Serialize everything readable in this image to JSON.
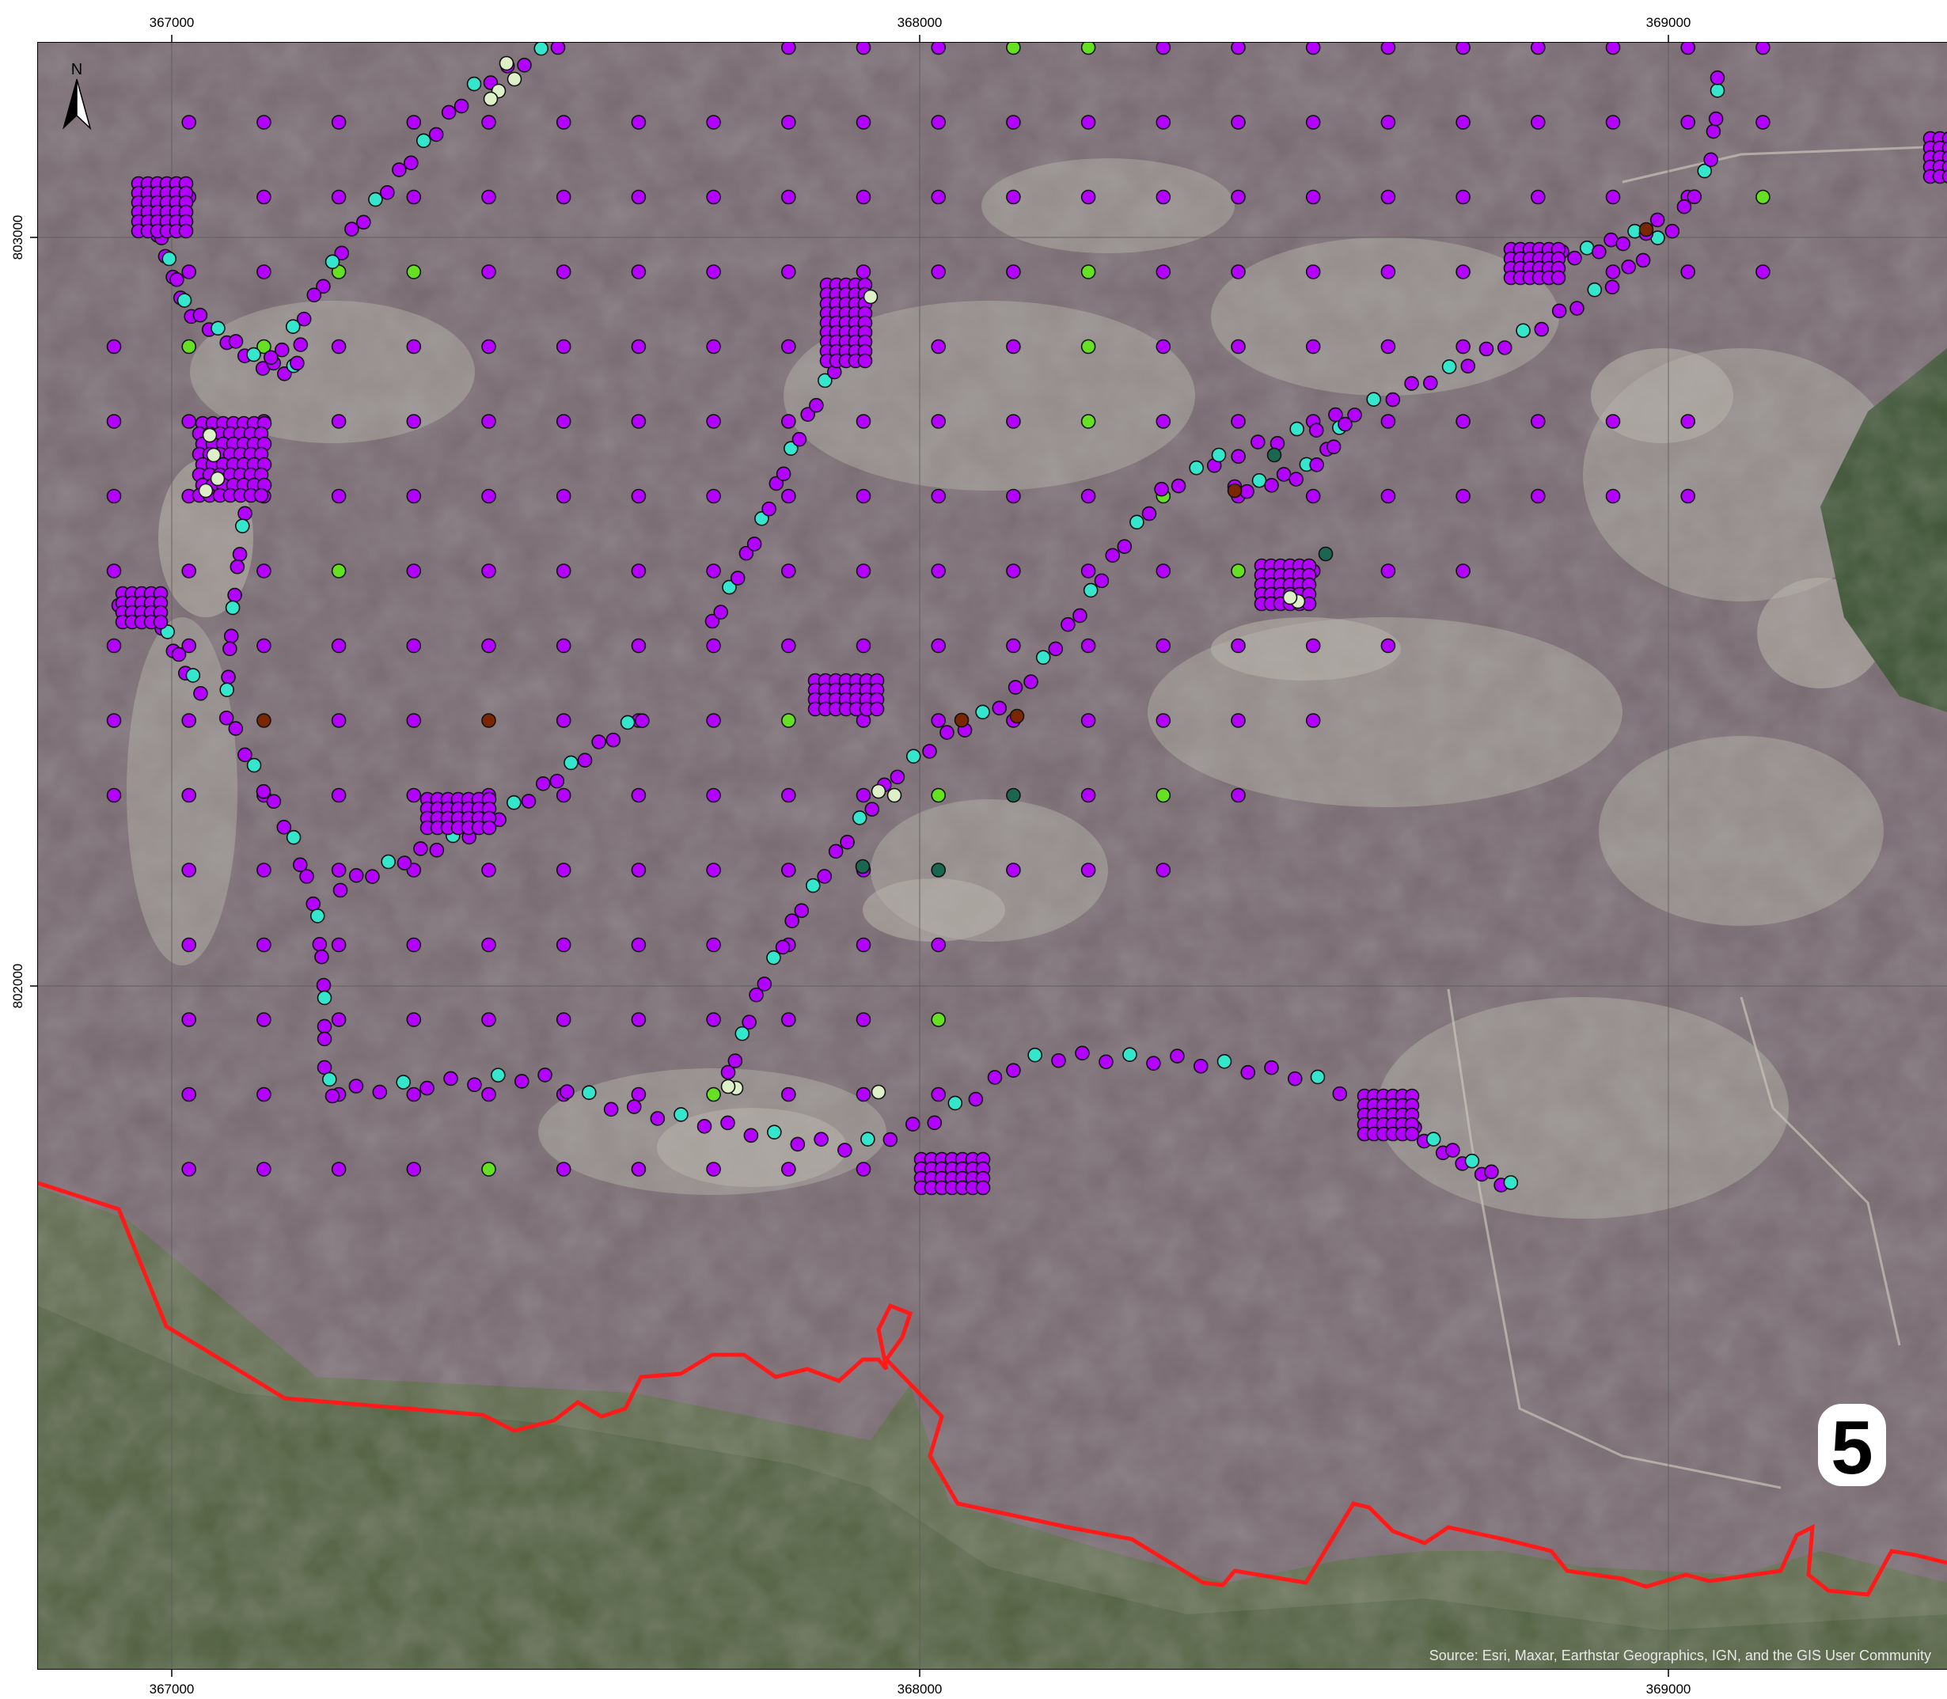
{
  "map": {
    "panel_number": "5",
    "attribution": "Source: Esri, Maxar, Earthstar Geographics, IGN, and the GIS User Community",
    "north_arrow_label": "N",
    "x_ticks": [
      "367000",
      "368000",
      "369000"
    ],
    "y_ticks": [
      "803000",
      "802000"
    ],
    "colors": {
      "boundary_line": "#ff1a1a",
      "point_primary": "#b300ff",
      "point_cyan": "#33e6cc",
      "point_lime": "#66e022",
      "point_darkred": "#7a2600",
      "point_teal": "#1a6650",
      "point_pale": "#ddf0c8",
      "imagery_heath": "#7a7078",
      "imagery_forest": "#3c5a33"
    },
    "point_categories": [
      "primary",
      "cyan",
      "lime",
      "darkred",
      "teal",
      "pale"
    ]
  }
}
